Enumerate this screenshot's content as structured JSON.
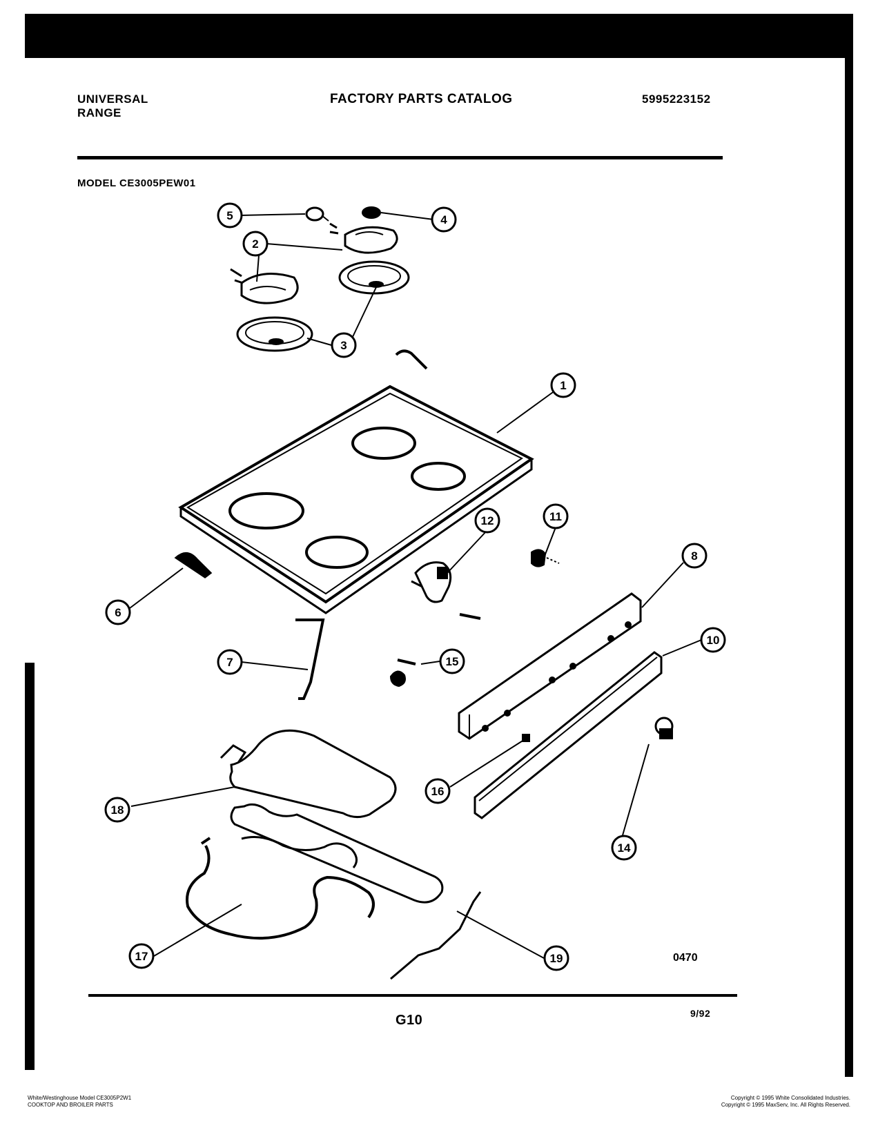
{
  "header": {
    "brand_line1": "UNIVERSAL",
    "brand_line2": "RANGE",
    "catalog_title": "FACTORY PARTS CATALOG",
    "catalog_number": "5995223152",
    "model_label": "MODEL CE3005PEW01"
  },
  "diagram": {
    "callouts": [
      "1",
      "2",
      "3",
      "4",
      "5",
      "6",
      "7",
      "8",
      "10",
      "11",
      "12",
      "14",
      "15",
      "16",
      "17",
      "18",
      "19"
    ],
    "figure_code": "0470"
  },
  "footer": {
    "page_code": "G10",
    "date_code": "9/92",
    "left_line1": "White/Westinghouse Model CE3005P2W1",
    "left_line2": "COOKTOP AND BROILER PARTS",
    "right_line1": "Copyright © 1995 White Consolidated Industries.",
    "right_line2": "Copyright © 1995 MaxServ, Inc.  All Rights Reserved."
  }
}
